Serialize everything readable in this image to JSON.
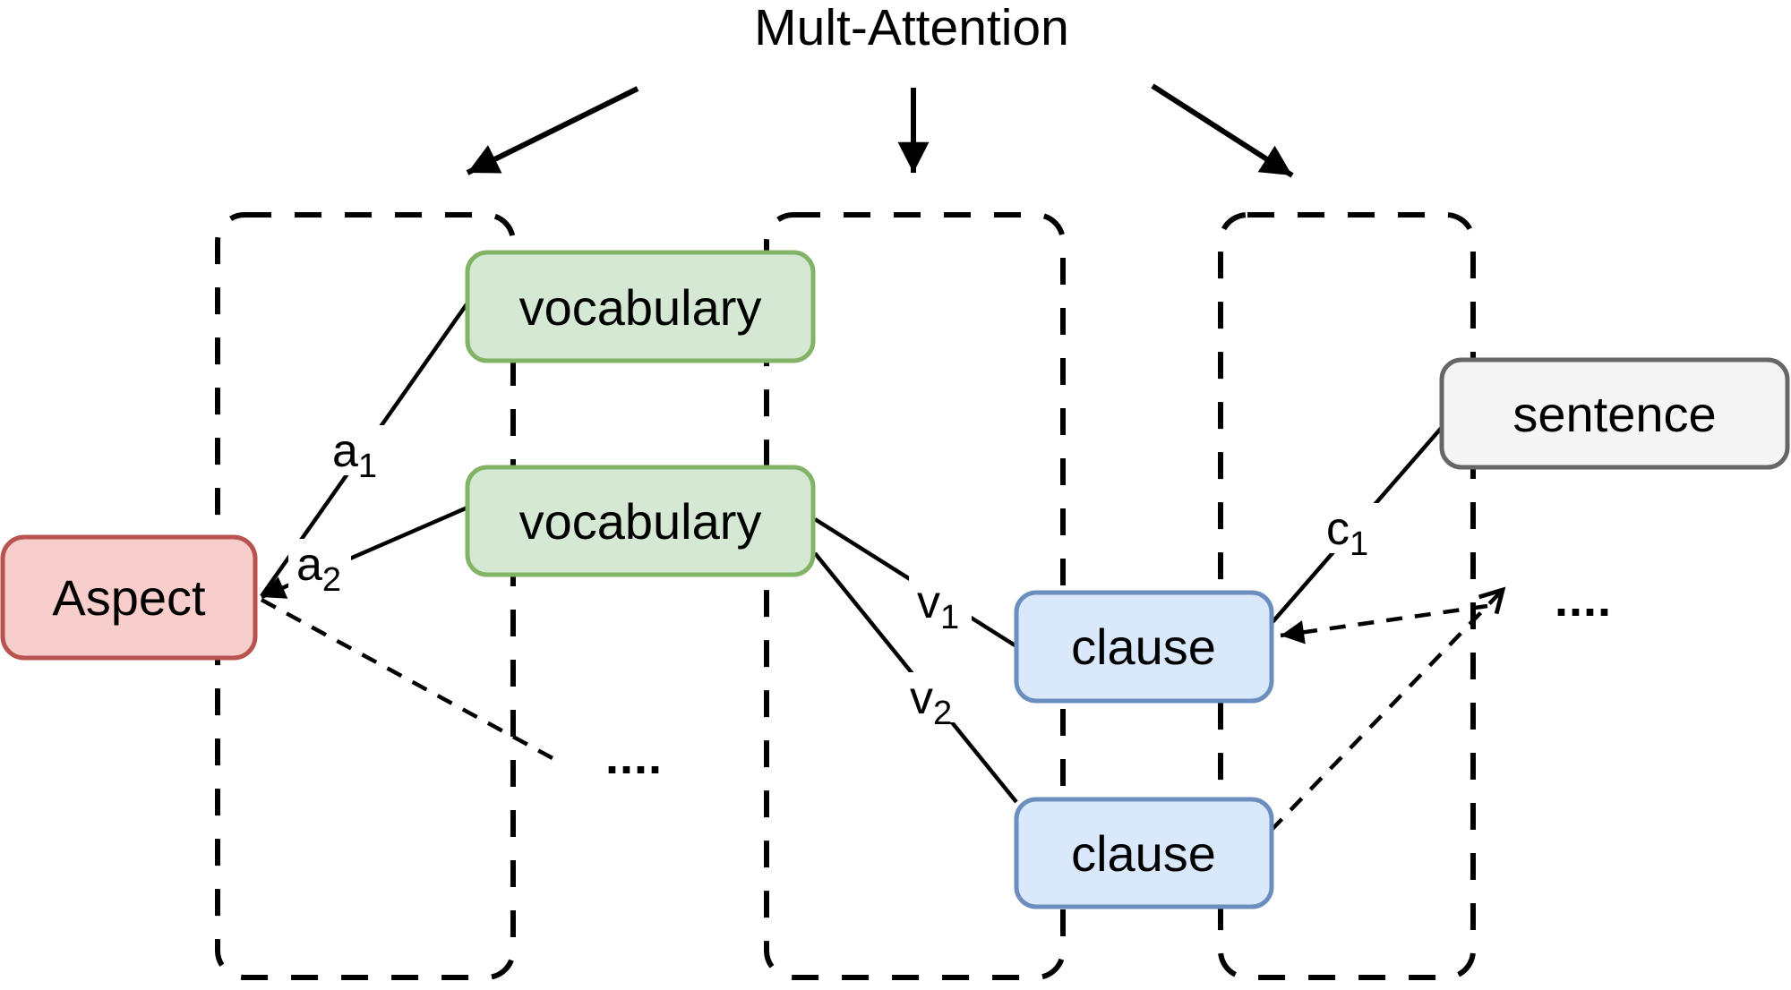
{
  "title": "Mult-Attention",
  "nodes": {
    "aspect": {
      "label": "Aspect"
    },
    "vocab1": {
      "label": "vocabulary"
    },
    "vocab2": {
      "label": "vocabulary"
    },
    "clause1": {
      "label": "clause"
    },
    "clause2": {
      "label": "clause"
    },
    "sentence": {
      "label": "sentence"
    }
  },
  "edge_labels": {
    "a1": {
      "base": "a",
      "sub": "1"
    },
    "a2": {
      "base": "a",
      "sub": "2"
    },
    "v1": {
      "base": "v",
      "sub": "1"
    },
    "v2": {
      "base": "v",
      "sub": "2"
    },
    "c1": {
      "base": "c",
      "sub": "1"
    }
  },
  "ellipsis": {
    "left": "....",
    "right": "...."
  },
  "colors": {
    "aspect_fill": "#F8CECC",
    "aspect_stroke": "#B85450",
    "vocabulary_fill": "#D5E8D4",
    "vocabulary_stroke": "#82B366",
    "clause_fill": "#DAE8FC",
    "clause_stroke": "#6C8EBF",
    "sentence_fill": "#F5F5F5",
    "sentence_stroke": "#666666",
    "line": "#000000"
  }
}
